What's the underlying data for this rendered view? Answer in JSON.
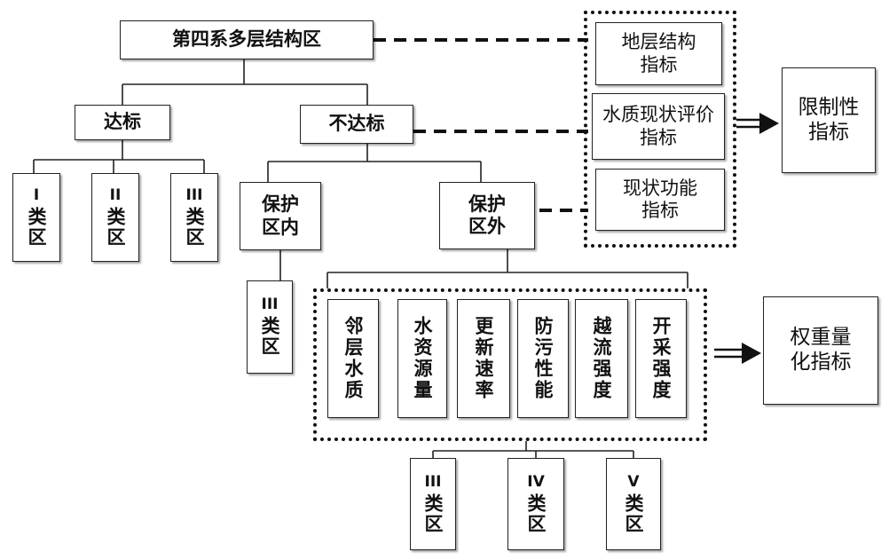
{
  "root": {
    "label": "第四系多层结构区"
  },
  "level1": {
    "pass": "达标",
    "fail": "不达标"
  },
  "pass_classes": [
    {
      "roman": "I",
      "label": "类区"
    },
    {
      "roman": "II",
      "label": "类区"
    },
    {
      "roman": "III",
      "label": "类区"
    }
  ],
  "fail_split": {
    "inside": "保护区内",
    "outside": "保护区外"
  },
  "inside_class": {
    "roman": "III",
    "label": "类区"
  },
  "limiting": {
    "items": [
      "地层结构指标",
      "水质现状评价指标",
      "现状功能指标"
    ],
    "result": "限制性指标"
  },
  "weights": {
    "items": [
      "邻层水质",
      "水资源量",
      "更新速率",
      "防污性能",
      "越流强度",
      "开采强度"
    ],
    "result": "权重量化指标"
  },
  "outside_classes": [
    {
      "roman": "III",
      "label": "类区"
    },
    {
      "roman": "IV",
      "label": "类区"
    },
    {
      "roman": "V",
      "label": "类区"
    }
  ]
}
